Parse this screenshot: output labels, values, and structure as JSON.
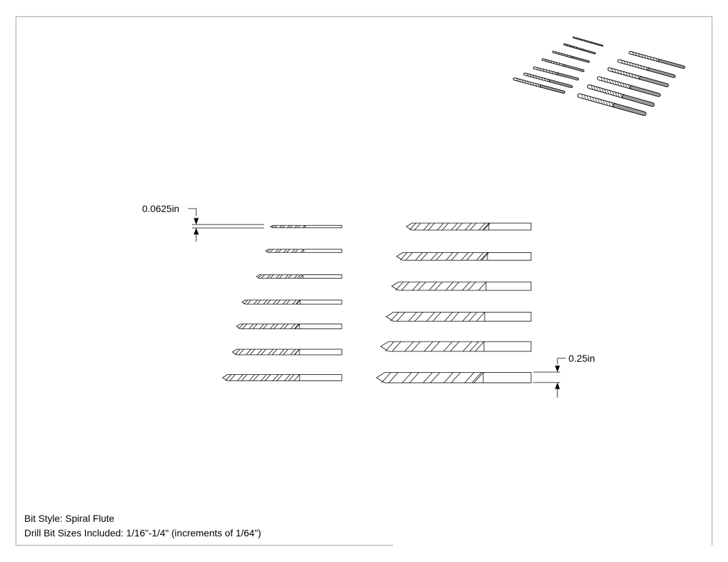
{
  "dimensions": {
    "small": "0.0625in",
    "large": "0.25in"
  },
  "notes": {
    "bit_style": "Bit Style: Spiral Flute",
    "sizes_included": "Drill Bit Sizes Included: 1/16\"-1/4\" (increments of 1/64\")"
  },
  "set": {
    "bit_count": 13
  },
  "colors": {
    "line": "#000000",
    "frame": "#9a9a9a",
    "background": "#ffffff"
  }
}
